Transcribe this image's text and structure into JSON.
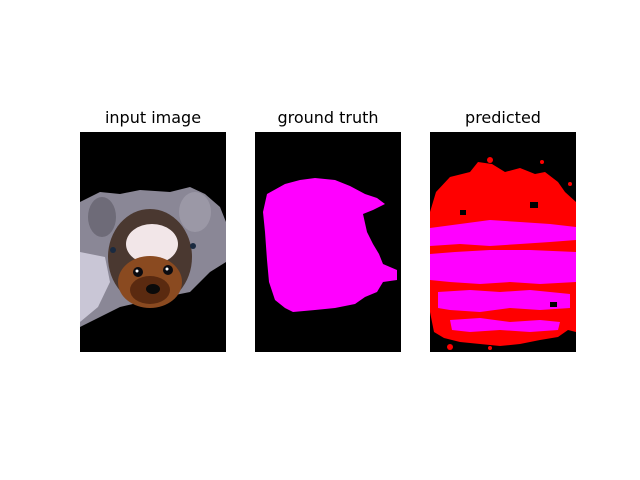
{
  "panels": [
    {
      "title": "input image",
      "depicts": "dog-photo"
    },
    {
      "title": "ground truth",
      "depicts": "segmentation-mask"
    },
    {
      "title": "predicted",
      "depicts": "predicted-mask"
    }
  ],
  "colors": {
    "background": "#000000",
    "mask_magenta": "#ff00ff",
    "mask_red": "#ff0000"
  }
}
